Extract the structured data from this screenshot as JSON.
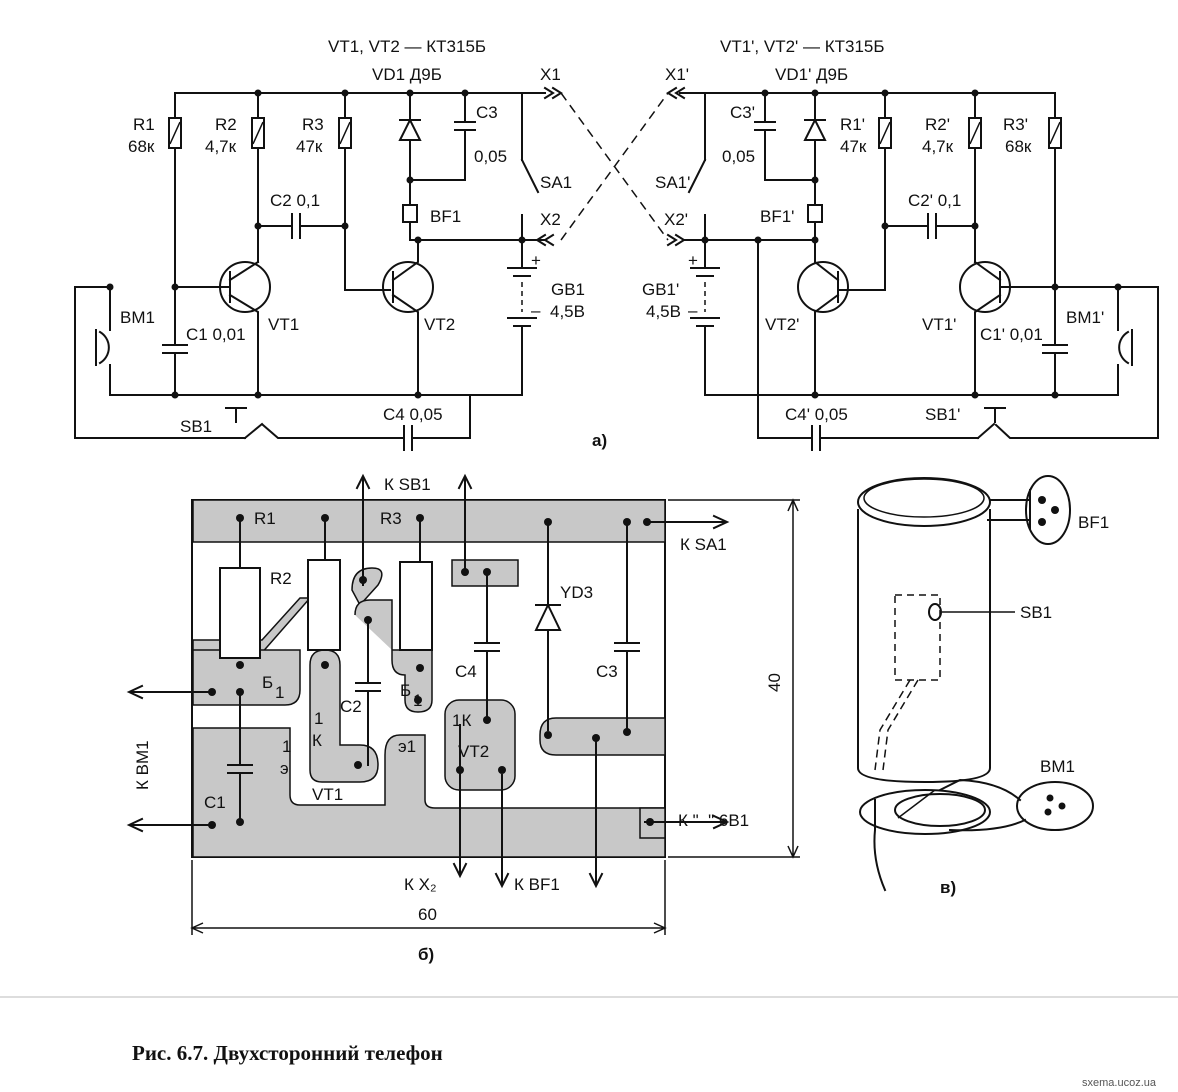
{
  "schematic": {
    "left": {
      "transistors_note": "VT1, VT2 — КТ315Б",
      "diode_note": "VD1 Д9Б",
      "R1": "R1",
      "R1_val": "68к",
      "R2": "R2",
      "R2_val": "4,7к",
      "R3": "R3",
      "R3_val": "47к",
      "C1": "C1 0,01",
      "C2": "C2 0,1",
      "C3": "C3",
      "C3_val": "0,05",
      "C4": "C4 0,05",
      "BM1": "BM1",
      "VT1": "VT1",
      "VT2": "VT2",
      "BF1": "BF1",
      "SA1": "SA1",
      "SB1": "SB1",
      "X1": "X1",
      "X2": "X2",
      "GB1": "GB1",
      "GB1_val": "4,5В"
    },
    "right": {
      "transistors_note": "VT1', VT2' — КТ315Б",
      "diode_note": "VD1' Д9Б",
      "R1": "R1'",
      "R1_val": "47к",
      "R2": "R2'",
      "R2_val": "4,7к",
      "R3": "R3'",
      "R3_val": "68к",
      "C1": "C1' 0,01",
      "C2": "C2' 0,1",
      "C3": "C3'",
      "C3_val": "0,05",
      "C4": "C4' 0,05",
      "BM1": "BM1'",
      "VT1": "VT1'",
      "VT2": "VT2'",
      "BF1": "BF1'",
      "SA1": "SA1'",
      "SB1": "SB1'",
      "X1": "X1'",
      "X2": "X2'",
      "GB1": "GB1'",
      "GB1_val": "4,5В"
    },
    "plus": "+",
    "minus": "–",
    "sublabel": "а)"
  },
  "pcb": {
    "to_SB1": "К SB1",
    "to_SA1": "К SA1",
    "to_BM1": "К BM1",
    "to_minus": "К \"–\" 6В1",
    "to_X2": "К X₂",
    "to_BF1": "К BF1",
    "R1": "R1",
    "R2": "R2",
    "R3": "R3",
    "C1": "C1",
    "C2": "C2",
    "C3": "C3",
    "C4": "C4",
    "YD3": "YD3",
    "VT1": "VT1",
    "VT2": "VT2",
    "b1a": "Б",
    "b1b": "Б",
    "sub1": "1",
    "k1": "1",
    "k1b": "К",
    "e1": "1",
    "e1b": "э",
    "e1c": "э1",
    "k1c": "1К",
    "dim_w": "60",
    "dim_h": "40",
    "sublabel": "б)"
  },
  "device": {
    "BF1": "BF1",
    "SB1": "SB1",
    "BM1": "BM1",
    "sublabel": "в)"
  },
  "caption": "Рис. 6.7. Двухсторонний телефон",
  "watermark": "sxema.ucoz.ua"
}
